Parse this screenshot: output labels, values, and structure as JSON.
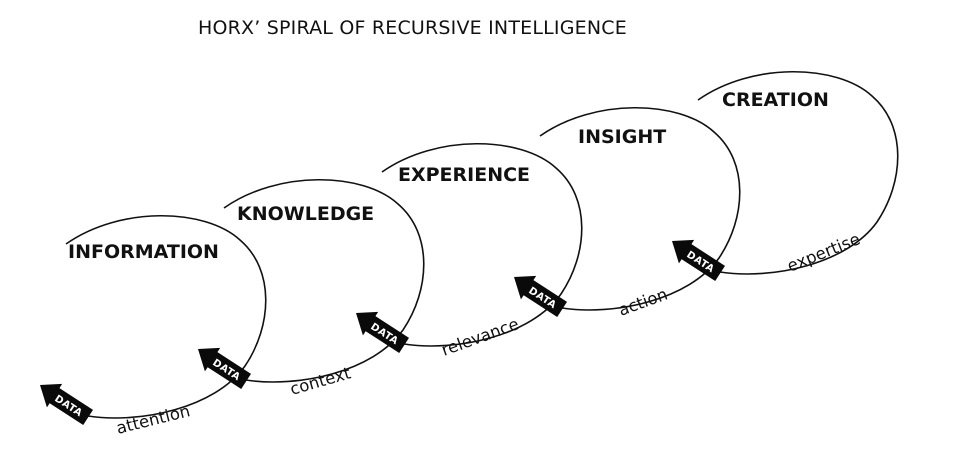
{
  "title": "HORX’ SPIRAL OF RECURSIVE INTELLIGENCE",
  "stages": [
    {
      "label": "INFORMATION"
    },
    {
      "label": "KNOWLEDGE"
    },
    {
      "label": "EXPERIENCE"
    },
    {
      "label": "INSIGHT"
    },
    {
      "label": "CREATION"
    }
  ],
  "links": [
    {
      "label": "attention"
    },
    {
      "label": "context"
    },
    {
      "label": "relevance"
    },
    {
      "label": "action"
    },
    {
      "label": "expertise"
    }
  ],
  "arrow_label": "DATA",
  "colors": {
    "ink": "#111111",
    "background": "#ffffff",
    "arrow_text": "#ffffff"
  }
}
